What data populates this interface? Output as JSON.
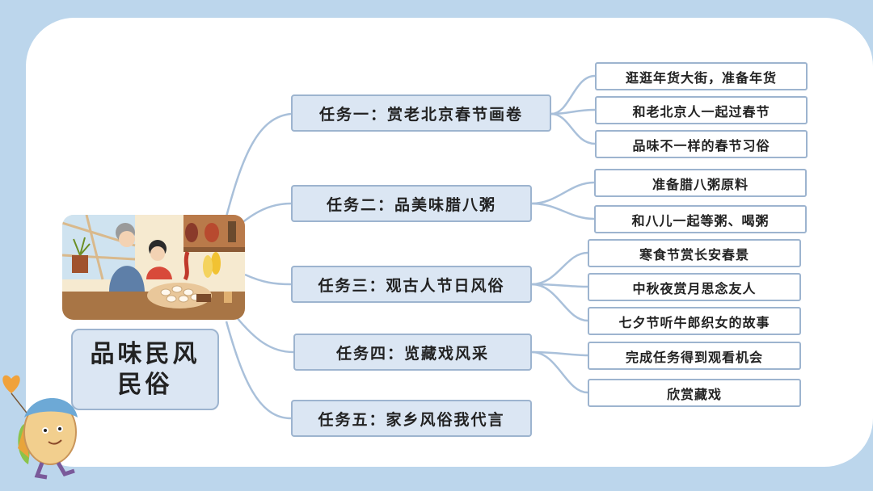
{
  "root": {
    "line1": "品味民风",
    "line2": "民俗"
  },
  "tasks": [
    {
      "label": "任务一：赏老北京春节画卷",
      "children": [
        "逛逛年货大街，准备年货",
        "和老北京人一起过春节",
        "品味不一样的春节习俗"
      ]
    },
    {
      "label": "任务二：品美味腊八粥",
      "children": [
        "准备腊八粥原料",
        "和八儿一起等粥、喝粥"
      ]
    },
    {
      "label": "任务三：观古人节日风俗",
      "children": [
        "寒食节赏长安春景",
        "中秋夜赏月思念友人",
        "七夕节听牛郎织女的故事"
      ]
    },
    {
      "label": "任务四：览藏戏风采",
      "children": [
        "完成任务得到观看机会",
        "欣赏藏戏"
      ]
    },
    {
      "label": "任务五：家乡风俗我代言",
      "children": []
    }
  ],
  "colors": {
    "background": "#bcd6ec",
    "node_fill": "#dbe6f3",
    "border": "#9db4cf",
    "line": "#a9c0da"
  }
}
